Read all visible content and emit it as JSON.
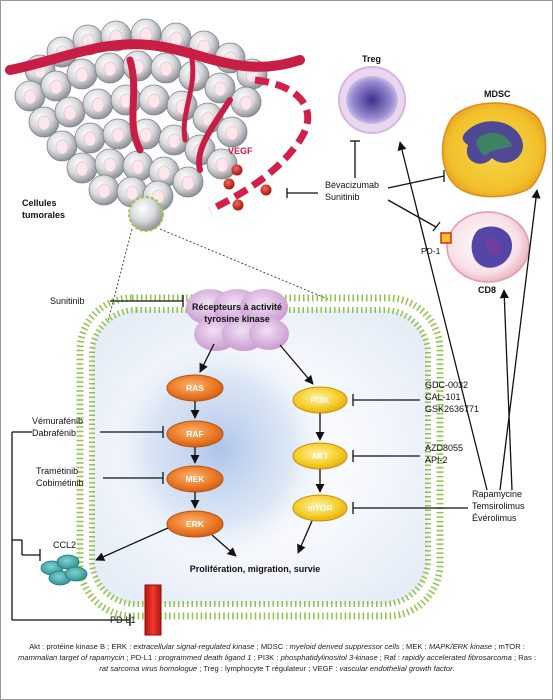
{
  "labels": {
    "tumor_cells_line1": "Cellules",
    "tumor_cells_line2": "tumorales",
    "vegf": "VEGF",
    "treg": "Treg",
    "mdsc": "MDSC",
    "cd8": "CD8",
    "pd1": "PD-1",
    "receptor_line1": "Récepteurs à activité",
    "receptor_line2": "tyrosine kinase",
    "outcome": "Prolifération, migration, survie",
    "ccl2": "CCL2",
    "pdl1": "PD-L1"
  },
  "nodes": {
    "ras": "RAS",
    "raf": "RAF",
    "mek": "MEK",
    "erk": "ERK",
    "pi3k": "PI3K",
    "akt": "AKT",
    "mtor": "mTOR"
  },
  "drugs": {
    "bev_1": "Bévacizumab",
    "bev_2": "Sunitinib",
    "sunitinib": "Sunitinib",
    "vemu_1": "Vémurafénib",
    "vemu_2": "Dabrafénib",
    "tram_1": "Tramétinib",
    "tram_2": "Cobimétinib",
    "pi3k_1": "GDC-0032",
    "pi3k_2": "CAL-101",
    "pi3k_3": "GSK2636771",
    "akt_1": "AZD8055",
    "akt_2": "API-2",
    "mtor_1": "Rapamycine",
    "mtor_2": "Temsirolimus",
    "mtor_3": "Évérolimus"
  },
  "legend": {
    "p1": "Akt : protéine kinase B ; ERK : ",
    "i1": "extracellular signal-regulated kinase",
    "p2": " ; MDSC : ",
    "i2": "myeloid derived suppressor cells",
    "p3": " ; MEK : ",
    "i3": "MAPK/ERK kinase",
    "p4": " ; mTOR : ",
    "i4": "mammalian target of rapamycin",
    "p5": " ; PD-L1 : ",
    "i5": "programmed death ligand 1",
    "p6": " ; PI3K : ",
    "i6": "phosphatidylinositol 3-kinase",
    "p7": " ; Raf : ",
    "i7": "rapidly accelerated fibrosarcoma",
    "p8": " ; Ras : ",
    "i8": "rat sarcoma virus homologue",
    "p9": " ; Treg : lymphocyte T régulateur ; VEGF : ",
    "i9": "vascular endothelial growth factor",
    "p10": "."
  },
  "colors": {
    "node_orange": "#e8731f",
    "node_yellow": "#f4c20f",
    "vessel_red": "#d31f4a",
    "receptor_purple": "#d7b2dd",
    "ccl2_teal": "#3aa7a6",
    "pdl1_red": "#e52421"
  }
}
